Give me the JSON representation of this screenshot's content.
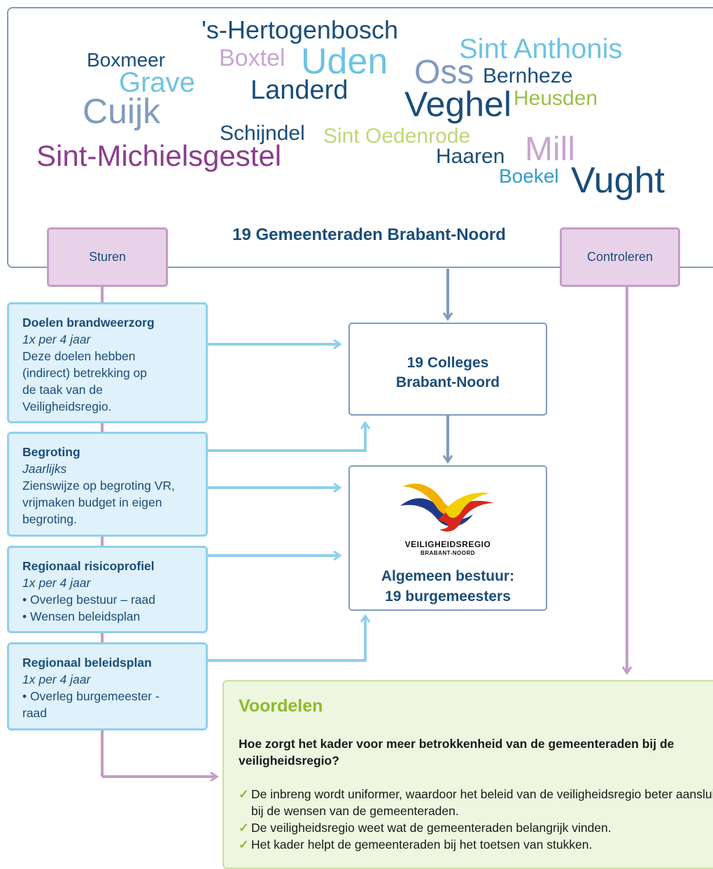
{
  "word_cloud": [
    {
      "text": "'s-Hertogenbosch",
      "color": "#1a4d7a"
    },
    {
      "text": "Boxmeer",
      "color": "#1a4d7a"
    },
    {
      "text": "Boxtel",
      "color": "#c8a6d2"
    },
    {
      "text": "Uden",
      "color": "#6fc3e2"
    },
    {
      "text": "Sint Anthonis",
      "color": "#6fc3e2"
    },
    {
      "text": "Grave",
      "color": "#6fc3e2"
    },
    {
      "text": "Landerd",
      "color": "#1a4d7a"
    },
    {
      "text": "Oss",
      "color": "#7f9bbf"
    },
    {
      "text": "Bernheze",
      "color": "#1a4d7a"
    },
    {
      "text": "Cuijk",
      "color": "#7f9bbf"
    },
    {
      "text": "Heusden",
      "color": "#9ac04a"
    },
    {
      "text": "Veghel",
      "color": "#1a4d7a"
    },
    {
      "text": "Schijndel",
      "color": "#1a4d7a"
    },
    {
      "text": "Sint Oedenrode",
      "color": "#c0d777"
    },
    {
      "text": "Sint-Michielsgestel",
      "color": "#8a3d8c"
    },
    {
      "text": "Mill",
      "color": "#c8a6d2"
    },
    {
      "text": "Haaren",
      "color": "#1a4d7a"
    },
    {
      "text": "Boekel",
      "color": "#2f9cd0"
    },
    {
      "text": "Vught",
      "color": "#1a4d7a"
    }
  ],
  "councils_title": "19 Gemeenteraden Brabant-Noord",
  "sturen_label": "Sturen",
  "controleren_label": "Controleren",
  "boxes": {
    "doelen": {
      "title": "Doelen brandweerzorg",
      "frequency": "1x per 4 jaar",
      "body": "Deze doelen hebben (indirect) betrekking op de taak van de Veiligheidsregio."
    },
    "begroting": {
      "title": "Begroting",
      "frequency": "Jaarlijks",
      "body": "Zienswijze op begroting VR, vrijmaken budget in eigen begroting."
    },
    "risicoprofiel": {
      "title": "Regionaal risicoprofiel",
      "frequency": "1x per 4 jaar",
      "bullets": [
        "• Overleg bestuur – raad",
        "• Wensen beleidsplan"
      ]
    },
    "beleidsplan": {
      "title": "Regionaal beleidsplan",
      "frequency": "1x per 4 jaar",
      "bullets": [
        "• Overleg burgemeester - raad"
      ]
    }
  },
  "colleges": {
    "line1": "19 Colleges",
    "line2": "Brabant-Noord"
  },
  "algemeen": {
    "logo_name": "VEILIGHEIDSREGIO",
    "logo_sub": "BRABANT-NOORD",
    "line1": "Algemeen bestuur:",
    "line2": "19 burgemeesters"
  },
  "voordelen": {
    "title": "Voordelen",
    "question": "Hoe zorgt het kader voor meer betrokkenheid van de gemeenteraden bij de veiligheidsregio?",
    "benefits": [
      "De inbreng wordt uniformer, waardoor het beleid van de veiligheidsregio beter aansluit bij de wensen van de gemeenteraden.",
      "De veiligheidsregio weet wat de gemeenteraden belangrijk vinden.",
      "Het kader helpt de gemeenteraden bij het toetsen van stukken."
    ],
    "check_symbol": "✓"
  },
  "colors": {
    "navy": "#1a4d7a",
    "sky": "#8fd0ec",
    "pink": "#c49cc7",
    "green": "#8dbb2c",
    "steel": "#7f9bbf"
  }
}
